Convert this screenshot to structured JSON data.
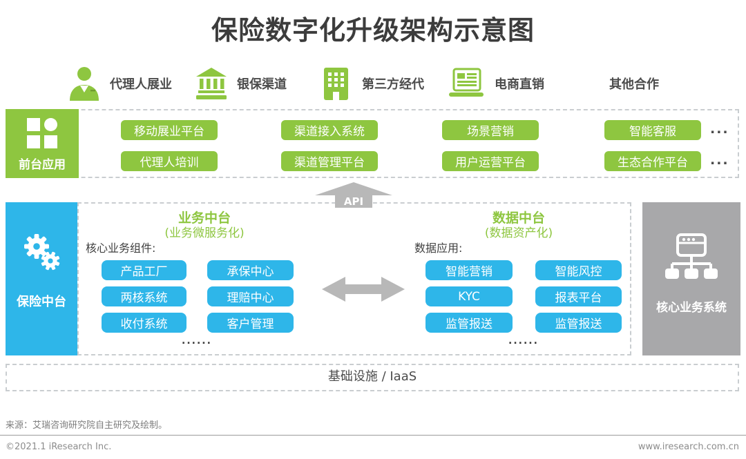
{
  "title": "保险数字化升级架构示意图",
  "colors": {
    "green": "#8ec640",
    "blue": "#2eb6e9",
    "gray_panel": "#a8a8aa",
    "arrow_gray": "#b8b8b8",
    "text_dark": "#3c3c3c"
  },
  "channels": {
    "items": [
      {
        "label": "代理人展业",
        "icon": "agent-person-icon"
      },
      {
        "label": "银保渠道",
        "icon": "bank-icon"
      },
      {
        "label": "第三方经代",
        "icon": "office-building-icon"
      },
      {
        "label": "电商直销",
        "icon": "laptop-icon"
      },
      {
        "label": "其他合作",
        "icon": ""
      }
    ]
  },
  "frontend": {
    "sidebar_label": "前台应用",
    "sidebar_icon": "dashboard-grid-icon",
    "rows": [
      [
        "移动展业平台",
        "渠道接入系统",
        "场景营销",
        "智能客服"
      ],
      [
        "代理人培训",
        "渠道管理平台",
        "用户运营平台",
        "生态合作平台"
      ]
    ],
    "ellipsis": "..."
  },
  "api_arrow": {
    "label": "API"
  },
  "middle": {
    "sidebar_label": "保险中台",
    "sidebar_icon": "gears-icon",
    "business": {
      "title": "业务中台",
      "subtitle": "(业务微服务化)",
      "section_label": "核心业务组件:",
      "buttons": [
        [
          "产品工厂",
          "承保中心"
        ],
        [
          "两核系统",
          "理赔中心"
        ],
        [
          "收付系统",
          "客户管理"
        ]
      ],
      "ellipsis": "......"
    },
    "data": {
      "title": "数据中台",
      "subtitle": "(数据资产化)",
      "section_label": "数据应用:",
      "buttons": [
        [
          "智能营销",
          "智能风控"
        ],
        [
          "KYC",
          "报表平台"
        ],
        [
          "监管报送",
          "监管报送"
        ]
      ],
      "ellipsis": "......"
    },
    "core_system": {
      "label": "核心业务系统",
      "icon": "network-topology-icon"
    }
  },
  "infrastructure": {
    "label": "基础设施 / IaaS"
  },
  "footer": {
    "source": "来源：艾瑞咨询研究院自主研究及绘制。",
    "copyright": "©2021.1 iResearch Inc.",
    "website": "www.iresearch.com.cn"
  }
}
